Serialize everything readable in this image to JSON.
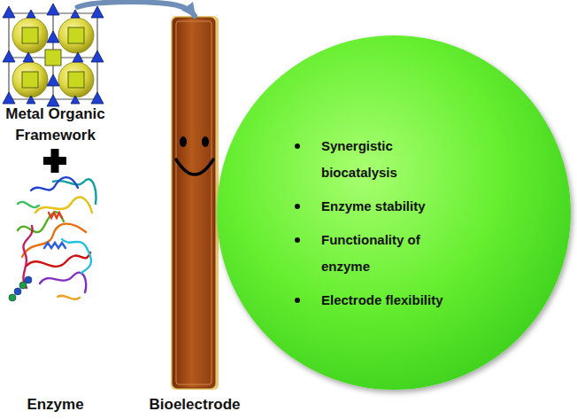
{
  "diagram": {
    "nodes": [
      {
        "text": [
          "Metal Organic Framework"
        ]
      },
      {
        "text": [
          "Enzyme"
        ]
      },
      {
        "text": [
          "Bioelectrode"
        ]
      },
      {
        "text": [
          "Synergistic biocatalysis",
          "Enzyme stability",
          "Functionality of enzyme",
          "Electrode flexibility"
        ]
      }
    ],
    "edges": [
      {
        "from": 0,
        "to": 2,
        "arrow": "to"
      }
    ]
  }
}
